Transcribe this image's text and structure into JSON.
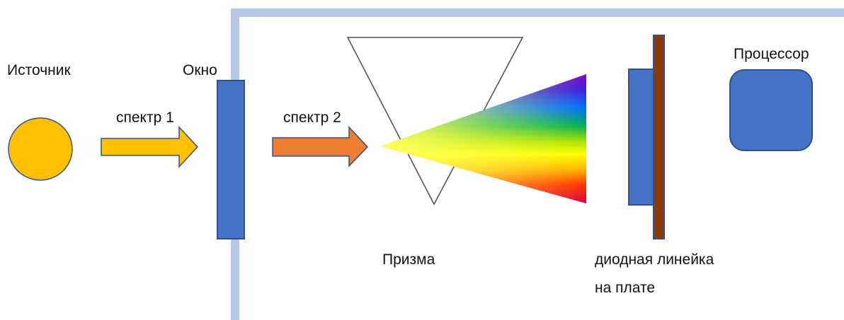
{
  "labels": {
    "source": "Источник",
    "window": "Окно",
    "spectrum1": "спектр 1",
    "spectrum2": "спектр 2",
    "prism": "Призма",
    "diode_line1": "диодная линейка",
    "diode_line2": "на плате",
    "processor": "Процессор"
  },
  "colors": {
    "housing_border": "#b4c7e7",
    "blue_block": "#4472c4",
    "block_outline": "#2f528f",
    "source_fill": "#ffc000",
    "arrow1_fill": "#ffc000",
    "arrow2_fill": "#ed7d31",
    "board": "#843c0c"
  }
}
